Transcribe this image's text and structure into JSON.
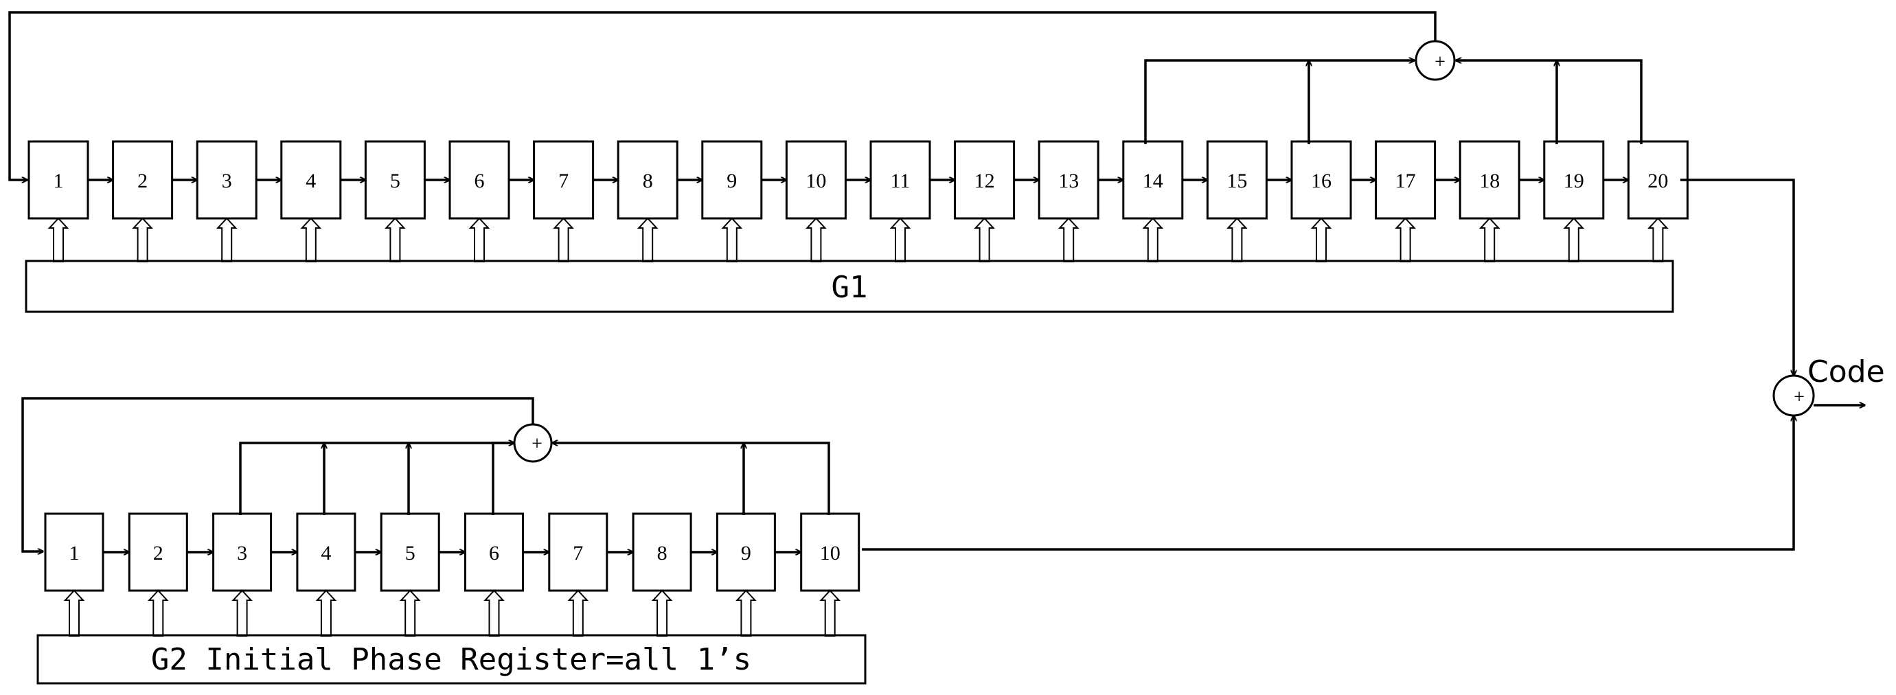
{
  "g1": {
    "cells": [
      "1",
      "2",
      "3",
      "4",
      "5",
      "6",
      "7",
      "8",
      "9",
      "10",
      "11",
      "12",
      "13",
      "14",
      "15",
      "16",
      "17",
      "18",
      "19",
      "20"
    ],
    "bar_label": "G1",
    "xor_symbol": "+"
  },
  "g2": {
    "cells": [
      "1",
      "2",
      "3",
      "4",
      "5",
      "6",
      "7",
      "8",
      "9",
      "10"
    ],
    "bar_label": "G2 Initial Phase Register=all 1’s",
    "xor_symbol": "+"
  },
  "output": {
    "xor_symbol": "+",
    "label": "Code"
  }
}
